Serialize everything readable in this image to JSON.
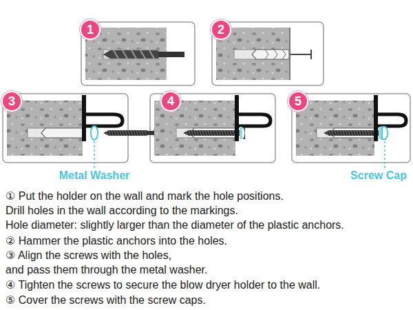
{
  "diagram": {
    "nodes": [
      {
        "text": [
          "1"
        ]
      },
      {
        "text": [
          "2"
        ]
      },
      {
        "text": [
          "3"
        ]
      },
      {
        "text": [
          "4"
        ]
      },
      {
        "text": [
          "5"
        ]
      }
    ],
    "labels": [
      "Metal Washer",
      "Screw Cap",
      "① Put the holder on the wall and mark the hole positions.",
      "Drill holes in the wall according to the markings.",
      "Hole diameter: slightly larger than the diameter of the plastic anchors.",
      "② Hammer the plastic anchors into the holes.",
      "③ Align the screws with the holes,",
      "and pass them through the metal washer.",
      "④ Tighten the screws to secure the blow dryer holder to the wall.",
      "⑤ Cover the screws with the screw caps."
    ]
  }
}
